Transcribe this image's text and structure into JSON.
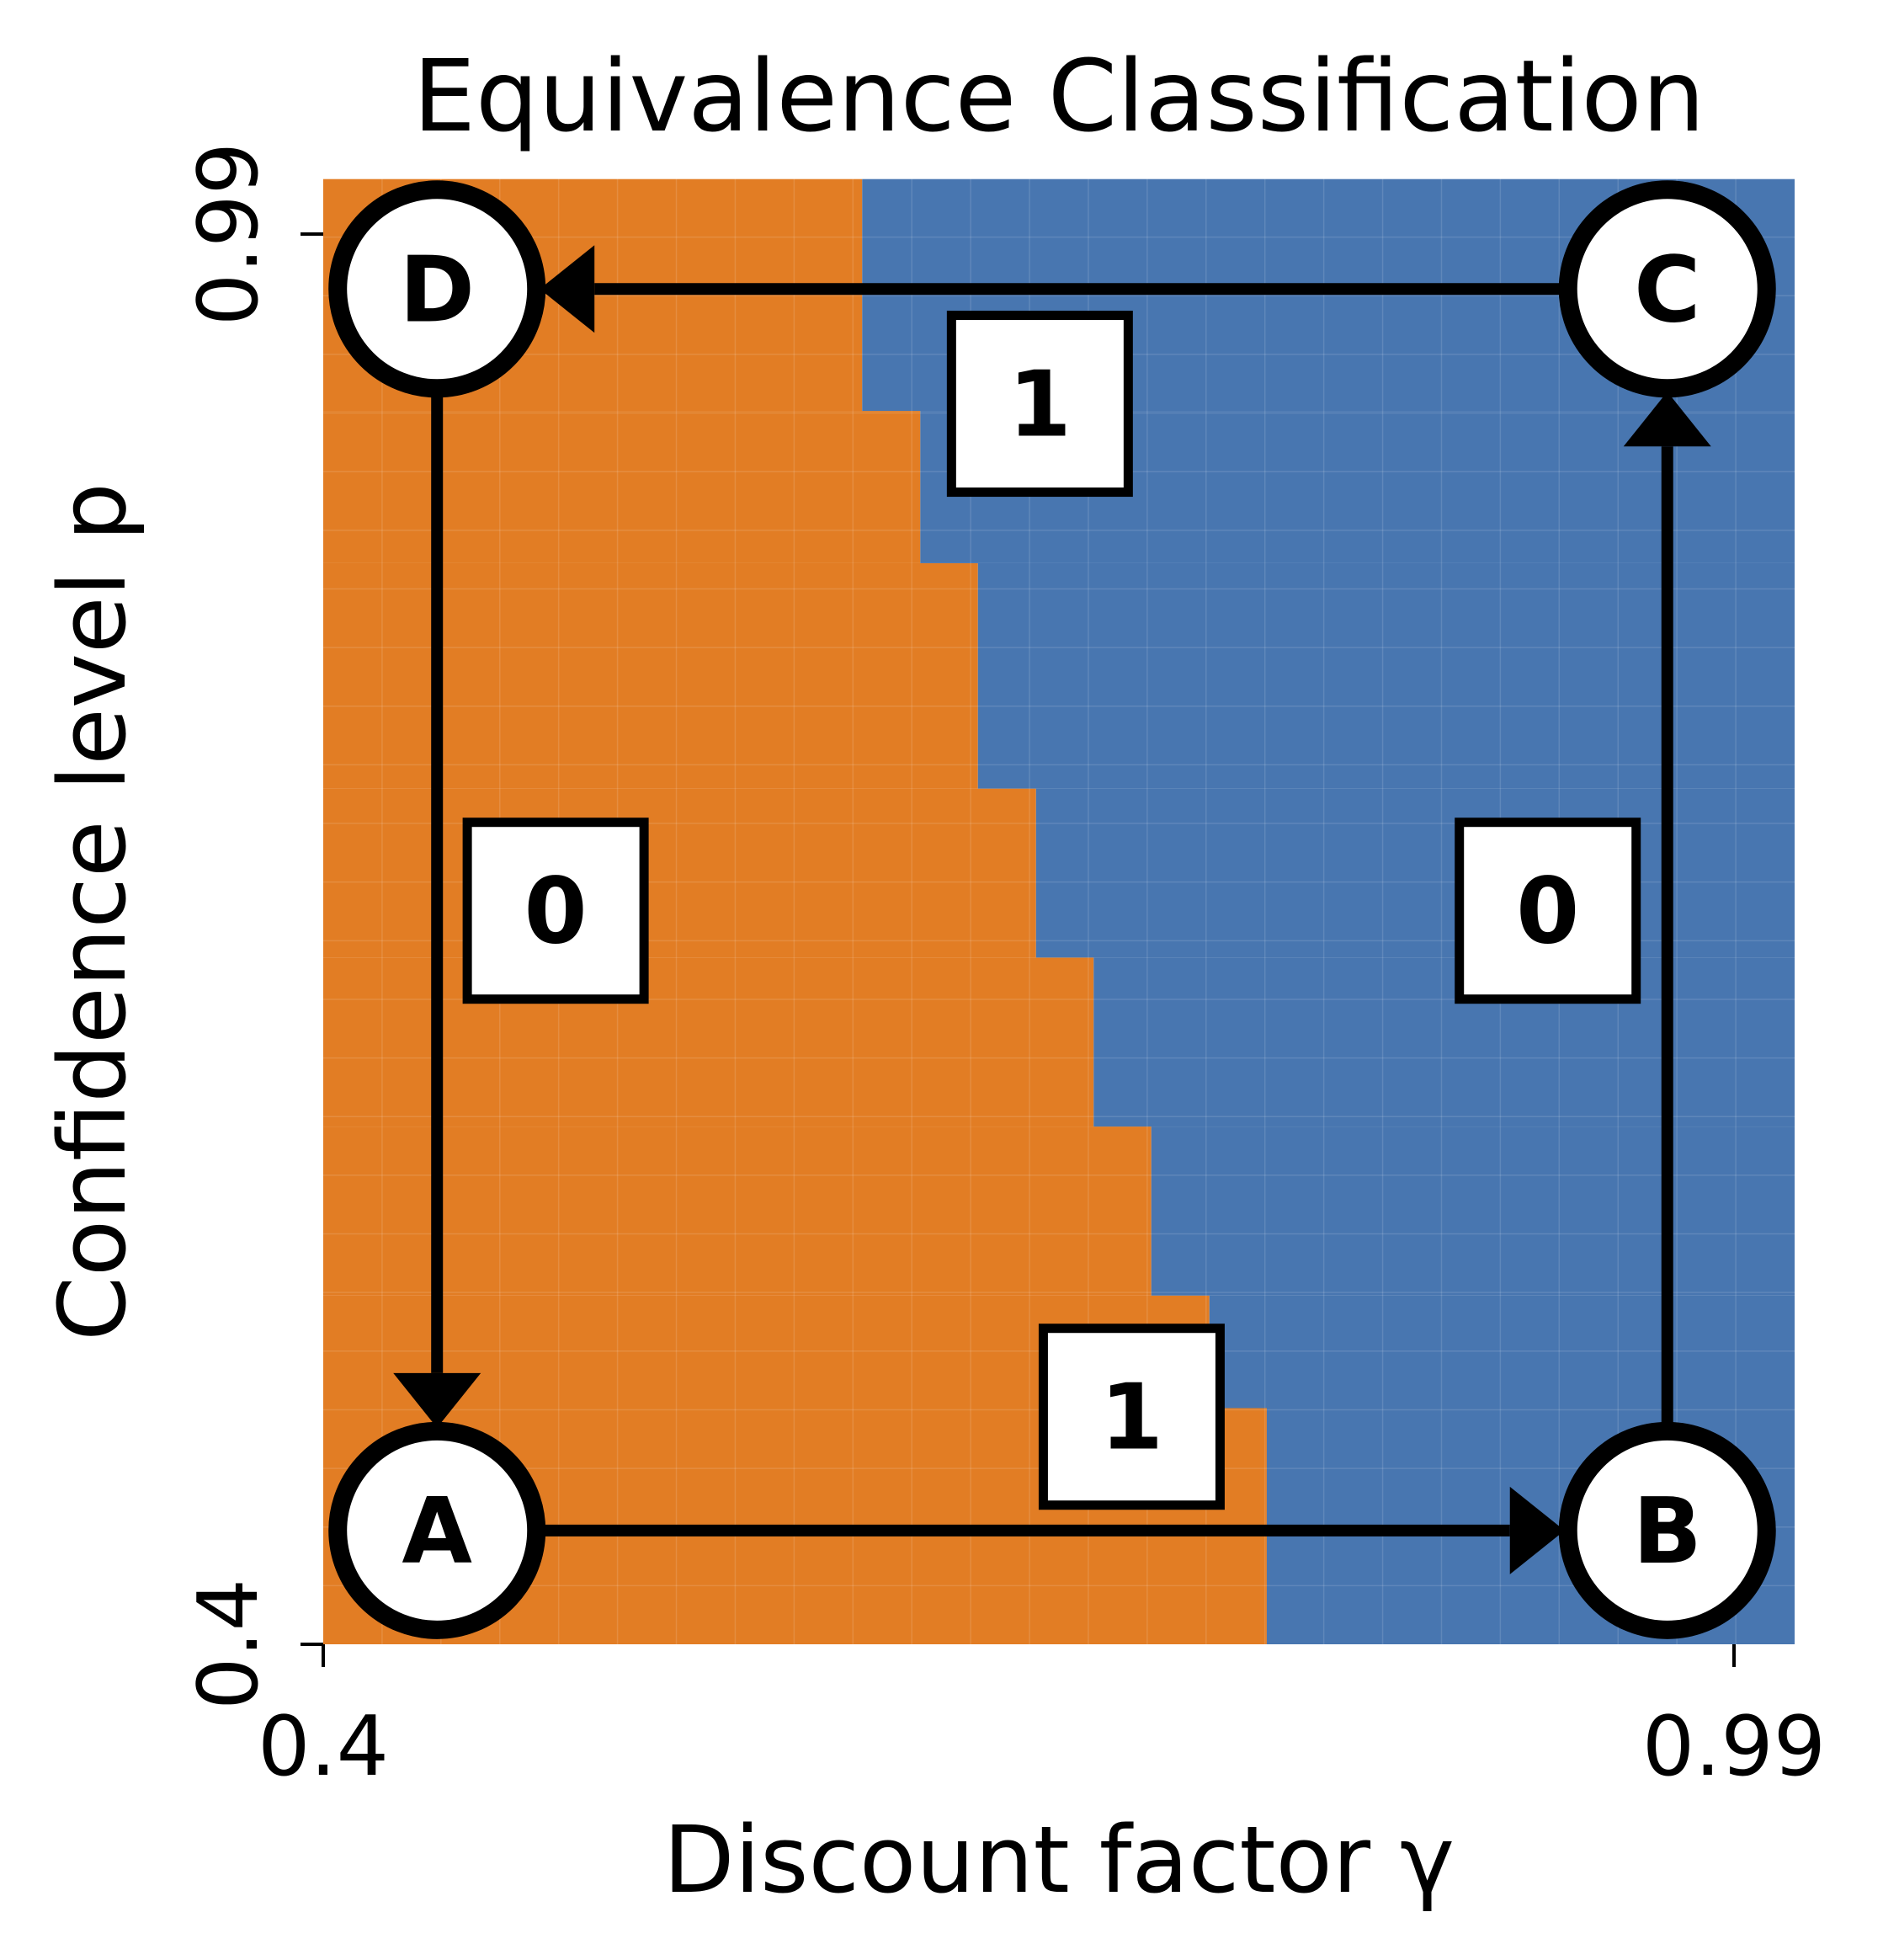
{
  "chart_data": {
    "type": "heatmap",
    "title": "Equivalence Classification",
    "xlabel": "Discount factor γ",
    "ylabel": "Confidence level p",
    "xlim": [
      0.4,
      0.99
    ],
    "ylim": [
      0.4,
      0.99
    ],
    "xticks": [
      "0.4",
      "0.99"
    ],
    "yticks": [
      "0.4",
      "0.99"
    ],
    "grid_cols": 25,
    "grid_rows": 25,
    "boundary_gamma_by_p_band": [
      {
        "p_range": [
          0.4,
          0.4988
        ],
        "gamma": 0.7946
      },
      {
        "p_range": [
          0.4988,
          0.5459
        ],
        "gamma": 0.7706
      },
      {
        "p_range": [
          0.5459,
          0.6166
        ],
        "gamma": 0.7463
      },
      {
        "p_range": [
          0.6166,
          0.6873
        ],
        "gamma": 0.7222
      },
      {
        "p_range": [
          0.6873,
          0.758
        ],
        "gamma": 0.6981
      },
      {
        "p_range": [
          0.758,
          0.8523
        ],
        "gamma": 0.6738
      },
      {
        "p_range": [
          0.8523,
          0.916
        ],
        "gamma": 0.6497
      },
      {
        "p_range": [
          0.916,
          1.013
        ],
        "gamma": 0.6254
      }
    ],
    "class_colors": {
      "left": "#E27D24",
      "right": "#4876B0"
    },
    "nodes": [
      {
        "id": "A",
        "gamma": 0.4476,
        "p": 0.4476
      },
      {
        "id": "B",
        "gamma": 0.9621,
        "p": 0.4476
      },
      {
        "id": "C",
        "gamma": 0.9621,
        "p": 0.967
      },
      {
        "id": "D",
        "gamma": 0.4476,
        "p": 0.967
      }
    ],
    "edges": [
      {
        "from": "A",
        "to": "B",
        "label": "1",
        "label_gamma": 0.7381,
        "label_p": 0.4952
      },
      {
        "from": "B",
        "to": "C",
        "label": "0",
        "label_gamma": 0.9121,
        "label_p": 0.7069
      },
      {
        "from": "C",
        "to": "D",
        "label": "1",
        "label_gamma": 0.6997,
        "label_p": 0.919
      },
      {
        "from": "D",
        "to": "A",
        "label": "0",
        "label_gamma": 0.4972,
        "label_p": 0.7069
      }
    ]
  }
}
